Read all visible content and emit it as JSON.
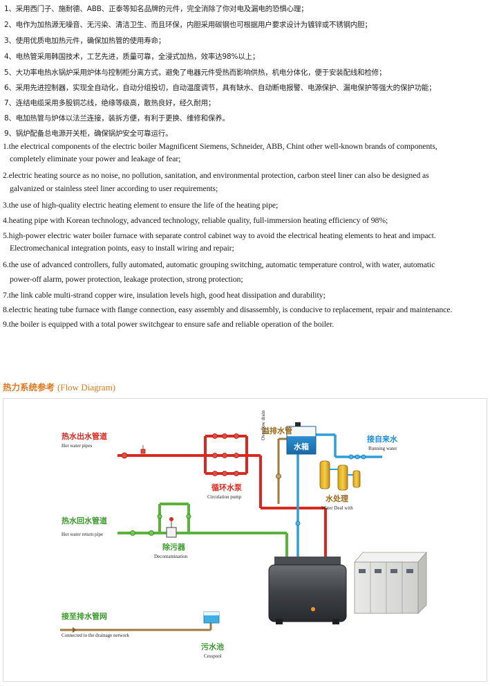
{
  "cn_items": [
    "1、采用西门子、施耐德、ABB、正泰等知名品牌的元件，完全消除了你对电及漏电的恐惧心理；",
    "2、电作为加热源无噪音、无污染、清洁卫生、而且环保，内胆采用碳钢也可根据用户要求设计为镀锌或不锈钢内胆；",
    "3、使用优质电加热元件，确保加热管的使用寿命；",
    "4、电热管采用韩国技术，工艺先进，质量可靠，全浸式加热，效率达98%以上；",
    "5、大功率电热水锅炉采用炉体与控制柜分离方式，避免了电器元件受热而影响供热，机电分体化，便于安装配线和检修；",
    "6、采用先进控制器，实现全自动化，自动分组投切，自动温度调节，具有缺水、自动断电报警、电源保护、漏电保护等强大的保护功能；",
    "7、连结电缆采用多股铜芯线，绝缘等级高，散热良好，经久耐用；",
    "8、电加热管与炉体以法兰连接，装拆方便，有利于更换、维修和保养。",
    "9、锅炉配备总电源开关柜，确保锅炉安全可靠运行。"
  ],
  "en_items": [
    "1.the electrical components of the electric boiler Magnificent Siemens, Schneider, ABB, Chint other well-known brands of components,",
    "completely eliminate your power and leakage of fear;",
    "2.electric heating source as no noise, no pollution, sanitation, and environmental protection, carbon steel liner can also be designed as",
    "galvanized or stainless steel liner according to user requirements;",
    "3.the use of high-quality electric heating element to ensure the life of the heating pipe;",
    "4.heating pipe with Korean technology, advanced technology, reliable quality, full-immersion heating efficiency of 98%;",
    "5.high-power electric water boiler furnace with separate control cabinet way to avoid the electrical heating elements to heat and impact.",
    "Electromechanical integration points, easy to install wiring and repair;",
    "6.the use of advanced controllers, fully automated, automatic grouping switching, automatic temperature control, with water, automatic",
    "power-off alarm, power protection, leakage protection, strong protection;",
    "7.the link cable multi-strand copper wire, insulation levels high, good heat dissipation and durability;",
    "8.electric heating tube furnace with flange connection, easy assembly and disassembly, is conducive to replacement, repair and maintenance.",
    "9.the boiler is equipped with a total power switchgear to ensure safe and reliable operation of the boiler."
  ],
  "section": {
    "title_cn": "热力系统参考",
    "title_en": "(Flow Diagram)"
  },
  "diagram": {
    "hot_out_cn": "热水出水管道",
    "hot_out_en": "Hot water pipes",
    "pump_cn": "循环水泵",
    "pump_en": "Circulation pump",
    "overflow_cn": "溢排水管",
    "overflow_en": "Overflow drain",
    "tank_cn": "水箱",
    "tap_cn": "接自来水",
    "tap_en": "Running water",
    "treat_cn": "水处理",
    "treat_en": "Water Deal with",
    "return_cn": "热水回水管道",
    "return_en": "Hot water return pipe",
    "decon_cn": "除污器",
    "decon_en": "Decontamination",
    "drain_cn": "接至排水管网",
    "drain_en": "Connected to the drainage network",
    "cess_cn": "污水池",
    "cess_en": "Cesspool"
  },
  "colors": {
    "hot_pipe": "#d9281f",
    "return_pipe": "#5bb33c",
    "cold_pipe": "#2c9fd8",
    "drain_pipe": "#a07a3a",
    "title_accent": "#e0781e"
  }
}
